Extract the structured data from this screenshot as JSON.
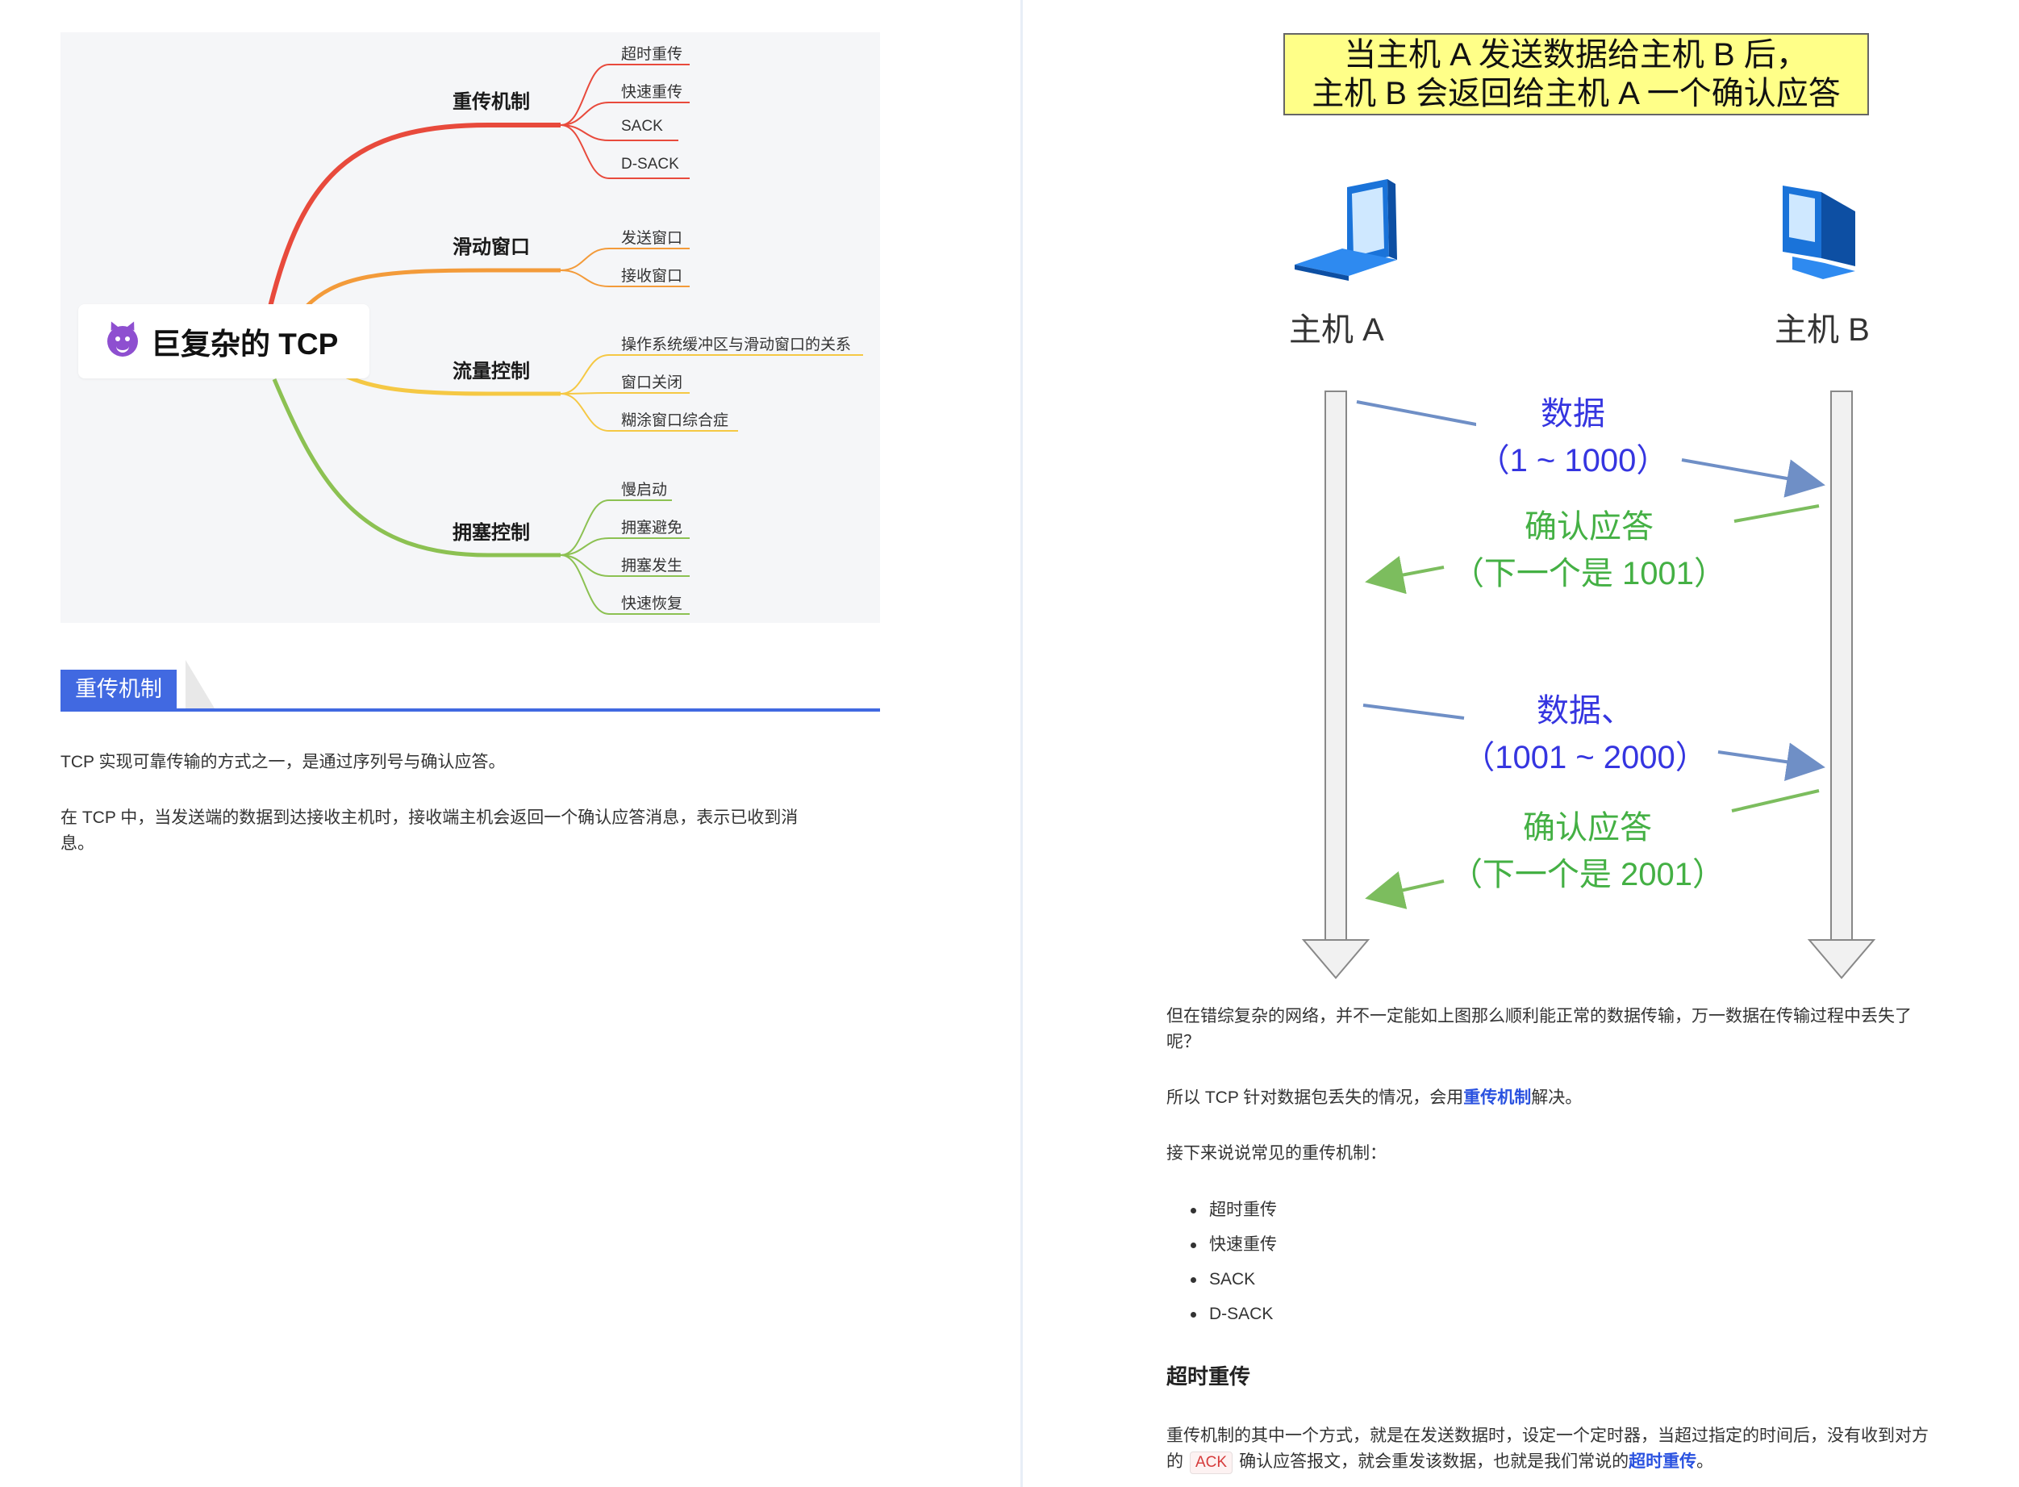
{
  "mindmap": {
    "root": "巨复杂的 TCP",
    "root_emoji": "smiling-imp-emoji",
    "branches": [
      {
        "label": "重传机制",
        "color": "#e84a3c",
        "leaves": [
          "超时重传",
          "快速重传",
          "SACK",
          "D-SACK"
        ]
      },
      {
        "label": "滑动窗口",
        "color": "#f39b3a",
        "leaves": [
          "发送窗口",
          "接收窗口"
        ]
      },
      {
        "label": "流量控制",
        "color": "#f5c844",
        "leaves": [
          "操作系统缓冲区与滑动窗口的关系",
          "窗口关闭",
          "糊涂窗口综合症"
        ]
      },
      {
        "label": "拥塞控制",
        "color": "#8cc152",
        "leaves": [
          "慢启动",
          "拥塞避免",
          "拥塞发生",
          "快速恢复"
        ]
      }
    ]
  },
  "section": {
    "title": "重传机制",
    "accent": "#4169e1"
  },
  "left_paragraphs": [
    "TCP 实现可靠传输的方式之一，是通过序列号与确认应答。",
    "在 TCP 中，当发送端的数据到达接收主机时，接收端主机会返回一个确认应答消息，表示已收到消",
    "息。"
  ],
  "diagram": {
    "banner_line1": "当主机 A 发送数据给主机 B 后，",
    "banner_line2": "主机 B 会返回给主机 A 一个确认应答",
    "host_a": "主机 A",
    "host_b": "主机 B",
    "msg1_line1": "数据",
    "msg1_line2": "（1 ~ 1000）",
    "ack1_line1": "确认应答",
    "ack1_line2": "（下一个是 1001）",
    "msg2_line1": "数据、",
    "msg2_line2": "（1001 ~ 2000）",
    "ack2_line1": "确认应答",
    "ack2_line2": "（下一个是 2001）"
  },
  "right": {
    "p1_line1": "但在错综复杂的网络，并不一定能如上图那么顺利能正常的数据传输，万一数据在传输过程中丢失了",
    "p1_line2": "呢？",
    "p2_before": "所以 TCP 针对数据包丢失的情况，会用",
    "p2_highlight": "重传机制",
    "p2_after": "解决。",
    "p3": "接下来说说常见的重传机制：",
    "list": [
      "超时重传",
      "快速重传",
      "SACK",
      "D-SACK"
    ],
    "subheading": "超时重传",
    "p4_line1": "重传机制的其中一个方式，就是在发送数据时，设定一个定时器，当超过指定的时间后，没有收到对方",
    "p4_line2_a": "的",
    "p4_code": "ACK",
    "p4_line2_b": "确认应答报文，就会重发该数据，也就是我们常说的",
    "p4_highlight": "超时重传",
    "p4_end": "。"
  }
}
